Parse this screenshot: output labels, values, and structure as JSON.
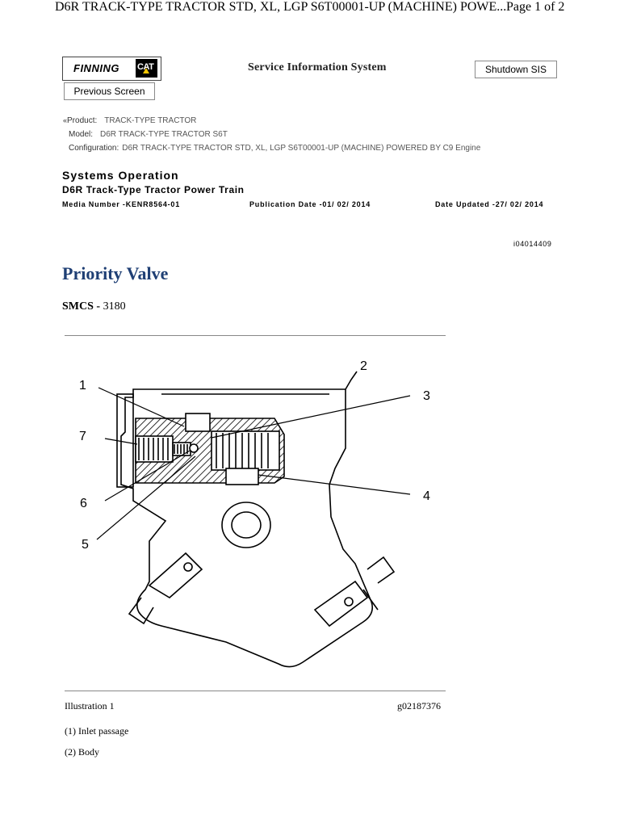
{
  "header": {
    "doc_title": "D6R TRACK-TYPE TRACTOR STD, XL, LGP S6T00001-UP (MACHINE) POWE...",
    "page_indicator": "Page 1 of 2"
  },
  "brand": {
    "finning": "FINNING",
    "cat": "CAT"
  },
  "sis_title": "Service Information System",
  "buttons": {
    "shutdown": "Shutdown SIS",
    "previous": "Previous Screen"
  },
  "product": {
    "product_label": "Product:",
    "product_value": "TRACK-TYPE TRACTOR",
    "model_label": "Model:",
    "model_value": "D6R TRACK-TYPE TRACTOR S6T",
    "config_label": "Configuration:",
    "config_value": "D6R TRACK-TYPE TRACTOR STD, XL, LGP S6T00001-UP (MACHINE) POWERED BY C9 Engine"
  },
  "section": {
    "title": "Systems Operation",
    "subtitle": "D6R Track-Type Tractor Power Train",
    "media_number": "Media Number -KENR8564-01",
    "publication_date": "Publication Date -01/ 02/ 2014",
    "date_updated": "Date Updated -27/ 02/ 2014",
    "doc_id": "i04014409"
  },
  "page_title": "Priority Valve",
  "smcs": {
    "label": "SMCS -",
    "value": "3180"
  },
  "illustration": {
    "callouts": [
      "1",
      "2",
      "3",
      "4",
      "5",
      "6",
      "7"
    ],
    "caption_left": "Illustration 1",
    "caption_right": "g02187376"
  },
  "legend": [
    "(1) Inlet passage",
    "(2) Body"
  ],
  "colors": {
    "title_blue": "#1f3f74",
    "cat_yellow": "#f2c500"
  }
}
